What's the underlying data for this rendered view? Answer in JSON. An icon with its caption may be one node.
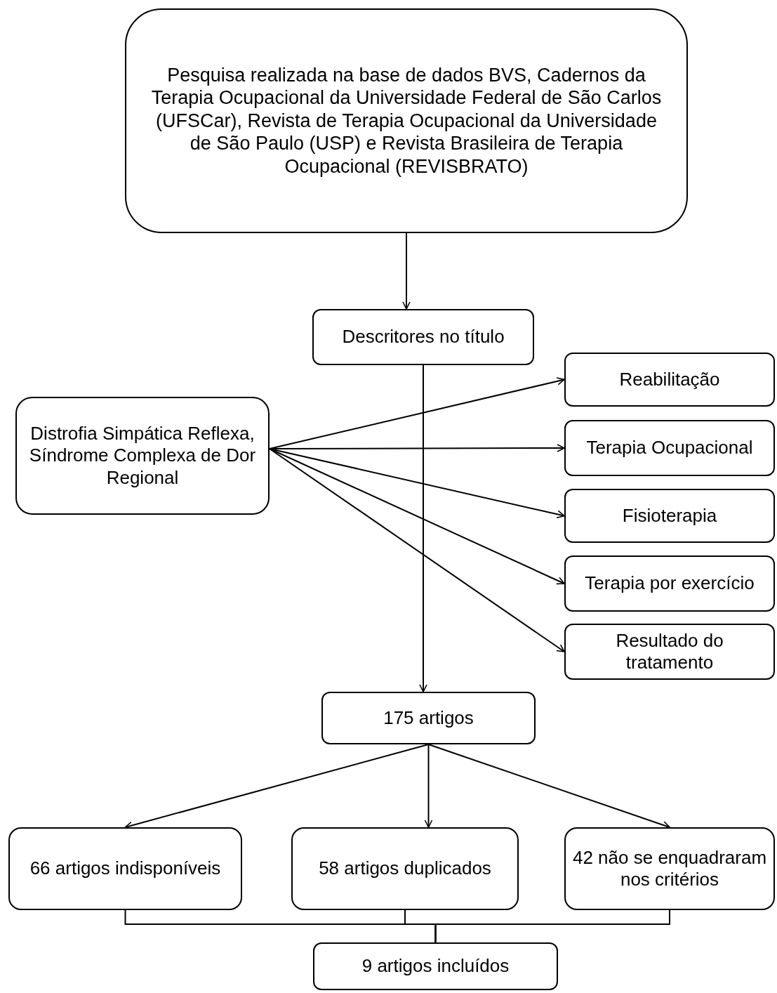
{
  "diagram": {
    "nodes": [
      {
        "text": [
          "Pesquisa realizada na base de dados BVS, Cadernos da Terapia Ocupacional da Universidade Federal de São Carlos (UFSCar), Revista de Terapia Ocupacional da Universidade de São Paulo (USP) e Revista Brasileira de Terapia Ocupacional (REVISBRATO)"
        ]
      },
      {
        "text": [
          "Descritores no título"
        ]
      },
      {
        "text": [
          "Distrofia Simpática Reflexa, Síndrome Complexa de Dor Regional"
        ]
      },
      {
        "text": [
          "Reabilitação"
        ]
      },
      {
        "text": [
          "Terapia Ocupacional"
        ]
      },
      {
        "text": [
          "Fisioterapia"
        ]
      },
      {
        "text": [
          "Terapia por exercício"
        ]
      },
      {
        "text": [
          "Resultado do tratamento"
        ]
      },
      {
        "text": [
          "175 artigos"
        ]
      },
      {
        "text": [
          "66 artigos indisponíveis"
        ]
      },
      {
        "text": [
          "58 artigos duplicados"
        ]
      },
      {
        "text": [
          "42 não se enquadraram nos critérios"
        ]
      },
      {
        "text": [
          "9 artigos incluídos"
        ]
      }
    ],
    "edges": [
      {
        "from": 0,
        "to": 1,
        "arrow": "to"
      },
      {
        "from": 1,
        "to": 8,
        "arrow": "to"
      },
      {
        "from": 2,
        "to": 3,
        "arrow": "to"
      },
      {
        "from": 2,
        "to": 4,
        "arrow": "to"
      },
      {
        "from": 2,
        "to": 5,
        "arrow": "to"
      },
      {
        "from": 2,
        "to": 6,
        "arrow": "to"
      },
      {
        "from": 2,
        "to": 7,
        "arrow": "to"
      },
      {
        "from": 8,
        "to": 9,
        "arrow": "to"
      },
      {
        "from": 8,
        "to": 10,
        "arrow": "to"
      },
      {
        "from": 8,
        "to": 11,
        "arrow": "to"
      },
      {
        "from": 9,
        "to": 12,
        "arrow": "none"
      },
      {
        "from": 10,
        "to": 12,
        "arrow": "none"
      },
      {
        "from": 11,
        "to": 12,
        "arrow": "none"
      }
    ]
  }
}
